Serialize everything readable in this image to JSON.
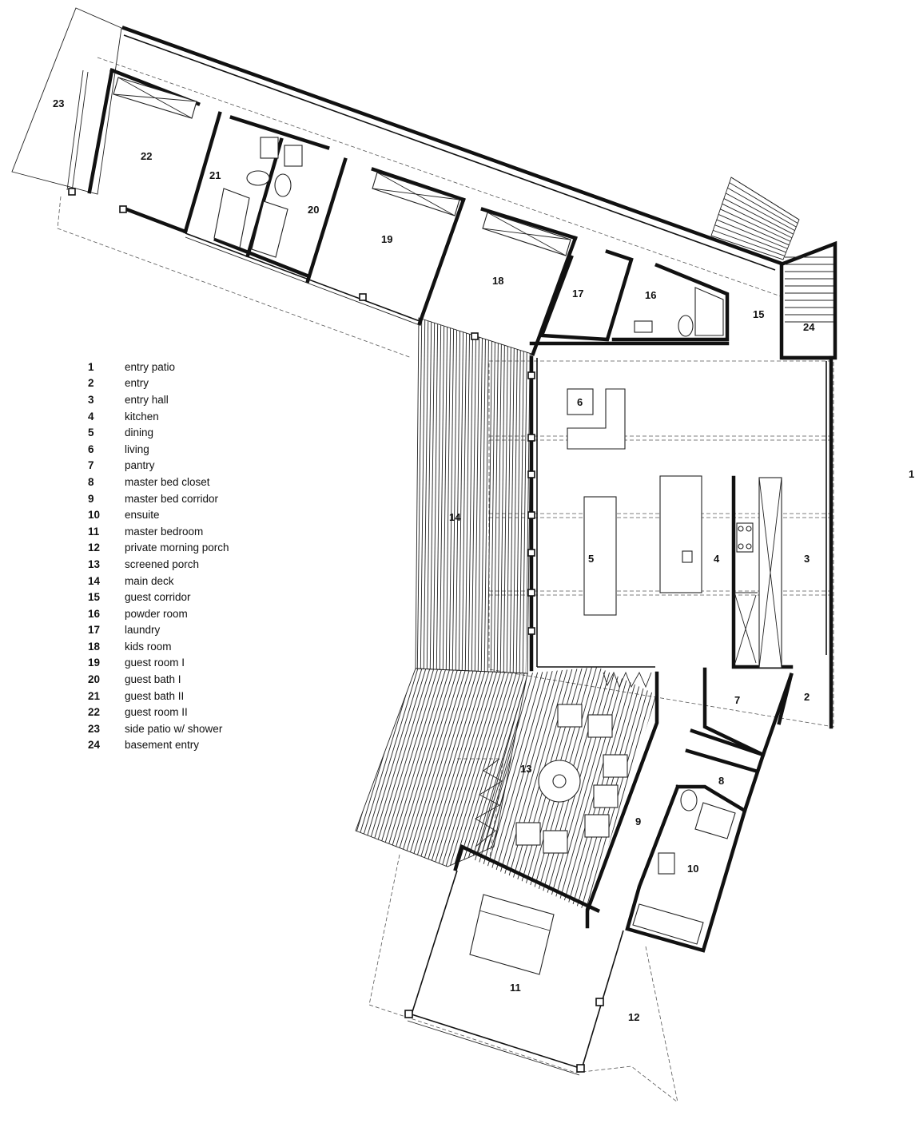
{
  "legend": [
    {
      "num": "1",
      "label": "entry patio"
    },
    {
      "num": "2",
      "label": "entry"
    },
    {
      "num": "3",
      "label": "entry hall"
    },
    {
      "num": "4",
      "label": "kitchen"
    },
    {
      "num": "5",
      "label": "dining"
    },
    {
      "num": "6",
      "label": "living"
    },
    {
      "num": "7",
      "label": "pantry"
    },
    {
      "num": "8",
      "label": "master bed closet"
    },
    {
      "num": "9",
      "label": "master bed corridor"
    },
    {
      "num": "10",
      "label": "ensuite"
    },
    {
      "num": "11",
      "label": "master bedroom"
    },
    {
      "num": "12",
      "label": "private morning porch"
    },
    {
      "num": "13",
      "label": "screened porch"
    },
    {
      "num": "14",
      "label": "main deck"
    },
    {
      "num": "15",
      "label": "guest corridor"
    },
    {
      "num": "16",
      "label": "powder room"
    },
    {
      "num": "17",
      "label": "laundry"
    },
    {
      "num": "18",
      "label": "kids room"
    },
    {
      "num": "19",
      "label": "guest room I"
    },
    {
      "num": "20",
      "label": "guest bath I"
    },
    {
      "num": "21",
      "label": "guest bath II"
    },
    {
      "num": "22",
      "label": "guest room II"
    },
    {
      "num": "23",
      "label": "side patio w/ shower"
    },
    {
      "num": "24",
      "label": "basement entry"
    }
  ],
  "rooms": {
    "r1": "1",
    "r2": "2",
    "r3": "3",
    "r4": "4",
    "r5": "5",
    "r6": "6",
    "r7": "7",
    "r8": "8",
    "r9": "9",
    "r10": "10",
    "r11": "11",
    "r12": "12",
    "r13": "13",
    "r14": "14",
    "r15": "15",
    "r16": "16",
    "r17": "17",
    "r18": "18",
    "r19": "19",
    "r20": "20",
    "r21": "21",
    "r22": "22",
    "r23": "23",
    "r24": "24"
  }
}
